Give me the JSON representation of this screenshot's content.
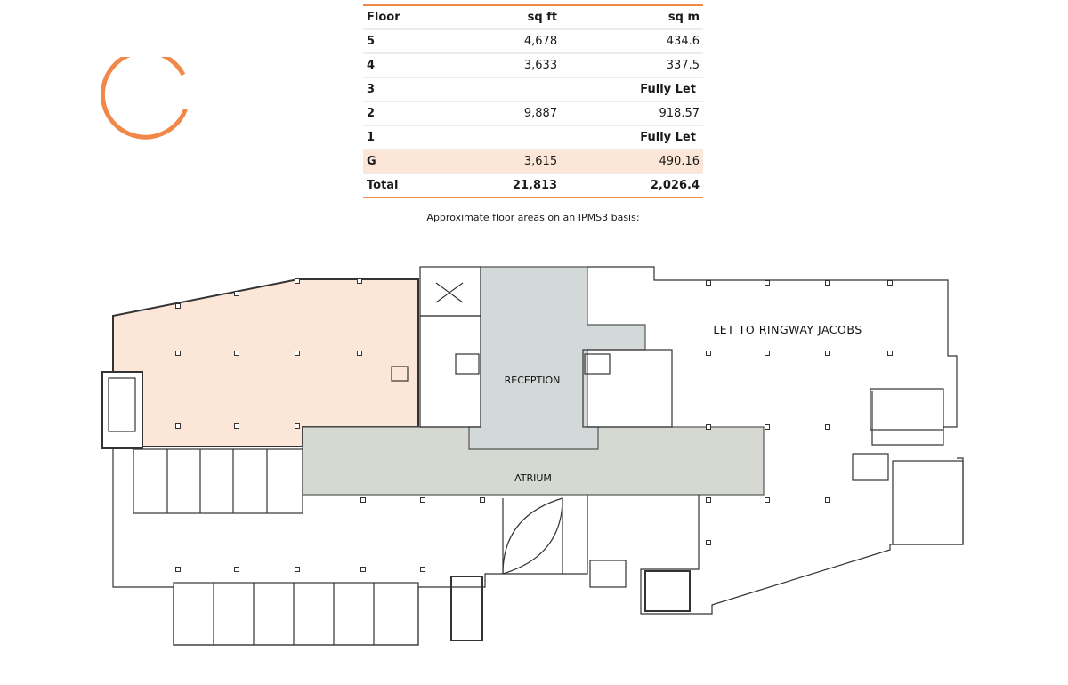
{
  "logo_letter": "G",
  "colors": {
    "accent": "#f0884a",
    "highlight": "#fce6d7",
    "reception": "#d3d8d8",
    "atrium": "#d5d9d1"
  },
  "table": {
    "headers": [
      "Floor",
      "sq ft",
      "sq m"
    ],
    "rows": [
      {
        "floor": "5",
        "sqft": "4,678",
        "sqm": "434.6"
      },
      {
        "floor": "4",
        "sqft": "3,633",
        "sqm": "337.5"
      },
      {
        "floor": "3",
        "status": "Fully Let"
      },
      {
        "floor": "2",
        "sqft": "9,887",
        "sqm": "918.57"
      },
      {
        "floor": "1",
        "status": "Fully Let"
      },
      {
        "floor": "G",
        "sqft": "3,615",
        "sqm": "490.16",
        "highlighted": true
      }
    ],
    "total": {
      "label": "Total",
      "sqft": "21,813",
      "sqm": "2,026.4"
    }
  },
  "caption": "Approximate floor areas on an IPMS3 basis:",
  "plan": {
    "reception_label": "RECEPTION",
    "atrium_label": "ATRIUM",
    "let_label": "LET TO RINGWAY JACOBS"
  }
}
